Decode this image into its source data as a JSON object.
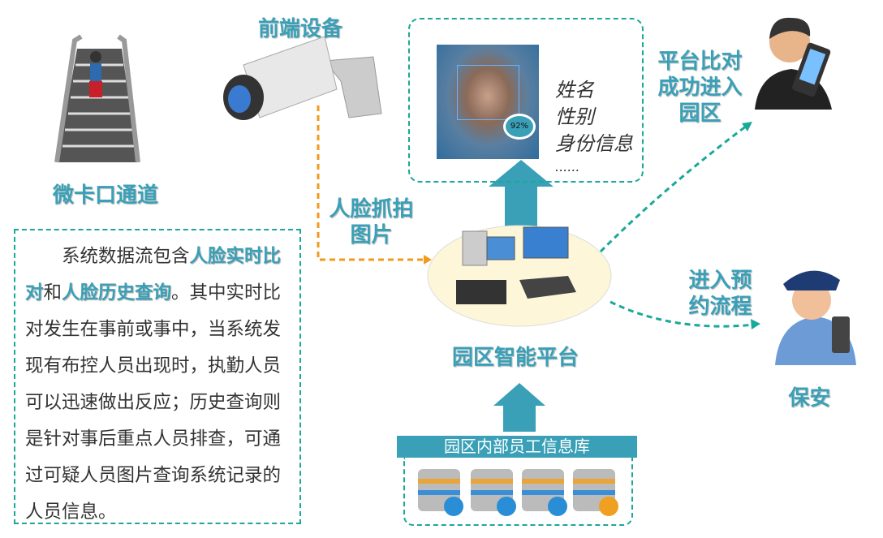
{
  "labels": {
    "channel": "微卡口通道",
    "front_device": "前端设备",
    "capture": [
      "人脸抓拍",
      "图片"
    ],
    "platform": "园区智能平台",
    "db": "园区内部员工信息库",
    "success": [
      "平台比对",
      "成功进入",
      "园区"
    ],
    "reserve": [
      "进入预",
      "约流程"
    ],
    "guard": "保安"
  },
  "face": {
    "score": "92%",
    "info": [
      "姓名",
      "性别",
      "身份信息",
      "......"
    ]
  },
  "description": {
    "p1": "系统数据流包含",
    "h1": "人脸实时比对",
    "p2": "和",
    "h2": "人脸历史查询",
    "p3": "。其中实时比对发生在事前或事中，当系统发现有布控人员出现时，执勤人员可以迅速做出反应；历史查询则是针对事后重点人员排查，可通过可疑人员图片查询系统记录的人员信息。"
  },
  "colors": {
    "accent": "#3aa0b7",
    "dashed": "#1aa89a",
    "orange": "#f39a1e"
  }
}
